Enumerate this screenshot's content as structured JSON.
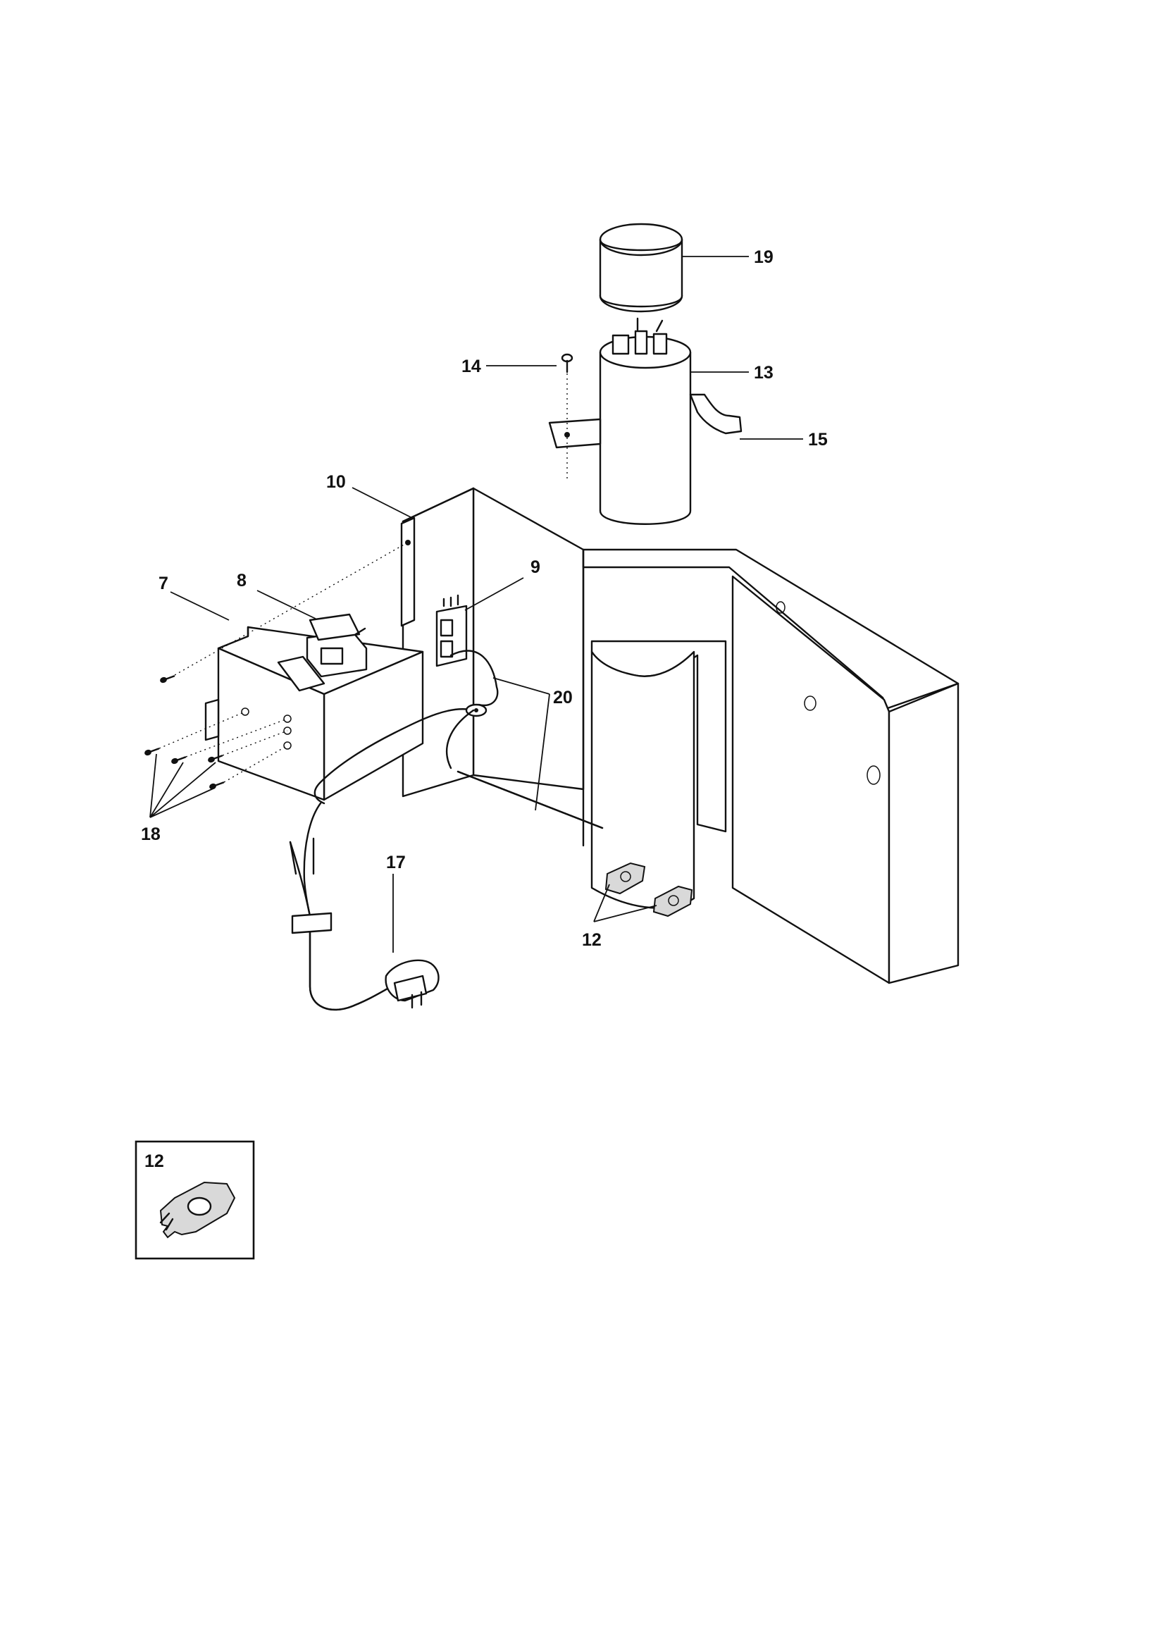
{
  "diagram": {
    "callouts": [
      {
        "id": "19",
        "text": "19"
      },
      {
        "id": "14",
        "text": "14"
      },
      {
        "id": "13",
        "text": "13"
      },
      {
        "id": "15",
        "text": "15"
      },
      {
        "id": "10",
        "text": "10"
      },
      {
        "id": "9",
        "text": "9"
      },
      {
        "id": "8",
        "text": "8"
      },
      {
        "id": "7",
        "text": "7"
      },
      {
        "id": "20",
        "text": "20"
      },
      {
        "id": "18",
        "text": "18"
      },
      {
        "id": "17",
        "text": "17"
      },
      {
        "id": "12",
        "text": "12"
      }
    ],
    "inset": {
      "label": "12"
    }
  }
}
